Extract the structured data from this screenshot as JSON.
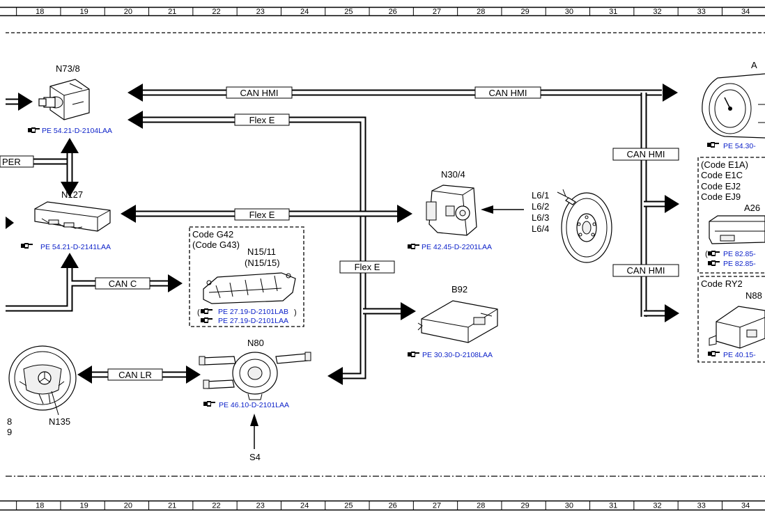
{
  "ruler": {
    "numbers": [
      "18",
      "19",
      "20",
      "21",
      "22",
      "23",
      "24",
      "25",
      "26",
      "27",
      "28",
      "29",
      "30",
      "31",
      "32",
      "33",
      "34"
    ]
  },
  "bus_labels": {
    "can_hmi": "CAN HMI",
    "flex_e": "Flex E",
    "can_c": "CAN C",
    "can_lr": "CAN LR",
    "per_partial": "PER"
  },
  "components": {
    "n73_8": {
      "label": "N73/8",
      "ref": "PE 54.21-D-2104LAA"
    },
    "n127": {
      "label": "N127",
      "ref": "PE 54.21-D-2141LAA"
    },
    "n15_11": {
      "code1": "Code G42",
      "code2": "(Code G43)",
      "label": "N15/11",
      "label2": "(N15/15)",
      "ref1": "PE 27.19-D-2101LAB",
      "ref2": "PE 27.19-D-2101LAA"
    },
    "n30_4": {
      "label": "N30/4",
      "ref": "PE 42.45-D-2201LAA"
    },
    "l6": {
      "l1": "L6/1",
      "l2": "L6/2",
      "l3": "L6/3",
      "l4": "L6/4"
    },
    "b92": {
      "label": "B92",
      "ref": "PE 30.30-D-2108LAA"
    },
    "n80": {
      "label": "N80",
      "ref": "PE 46.10-D-2101LAA"
    },
    "n135": {
      "label": "N135"
    },
    "s4": {
      "label": "S4"
    },
    "left_partial": {
      "l1": "8",
      "l2": "9"
    },
    "a1": {
      "label": "A",
      "ref": "PE 54.30-"
    },
    "a26": {
      "code1": "(Code E1A)",
      "code2": "Code E1C",
      "code3": "Code EJ2",
      "code4": "Code EJ9",
      "label": "A26",
      "ref1": "PE 82.85-",
      "ref2": "PE 82.85-"
    },
    "n88": {
      "code": "Code RY2",
      "label": "N88",
      "ref": "PE 40.15-"
    }
  },
  "icons": {
    "ref_marker": "pointing-hand-icon"
  }
}
